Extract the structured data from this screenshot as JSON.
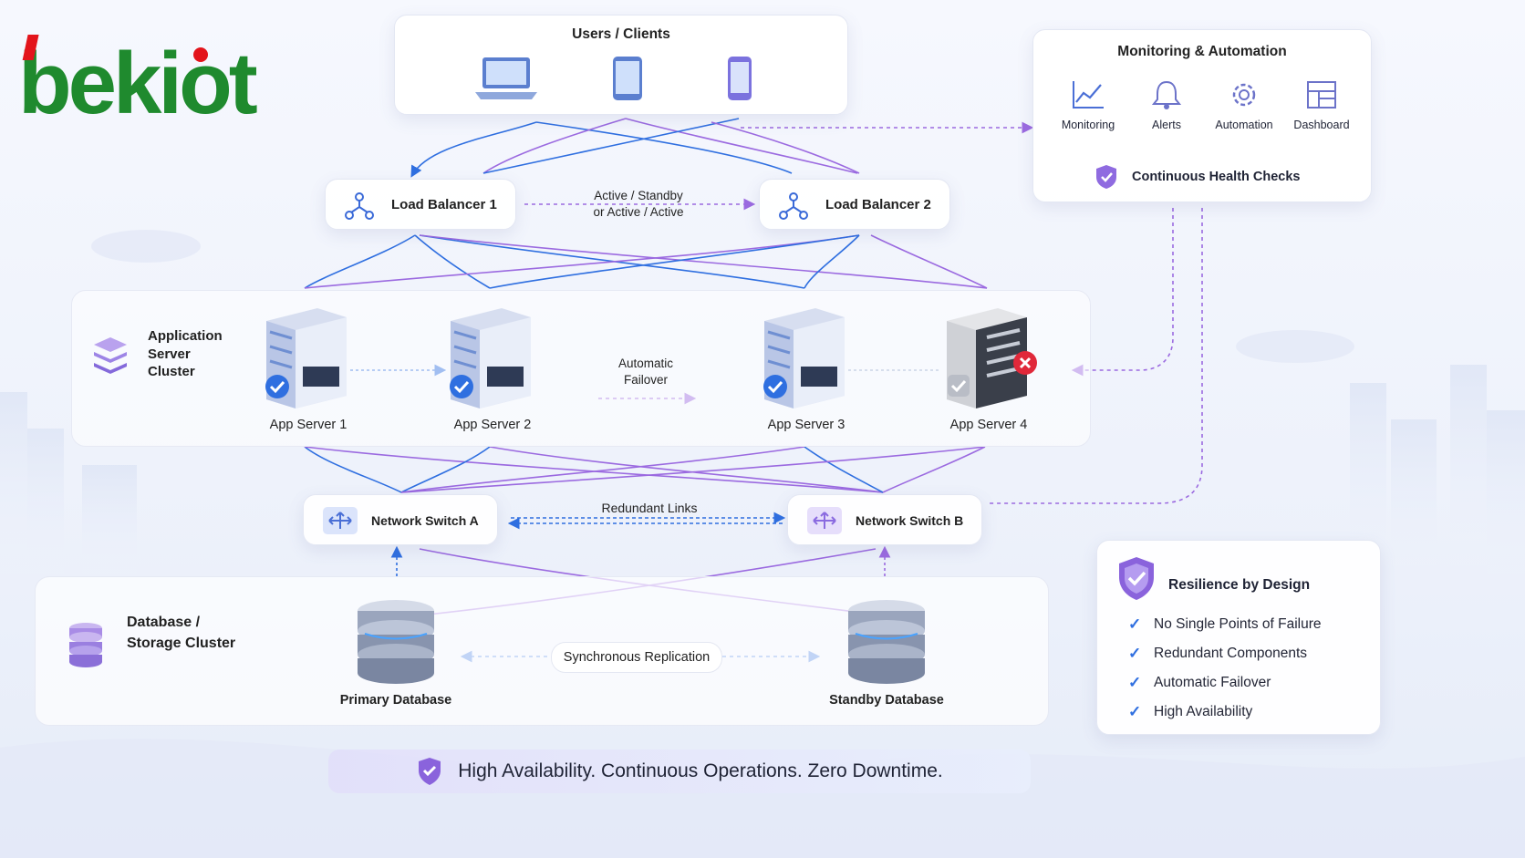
{
  "logo": {
    "text": "bekiot",
    "colors": {
      "main": "#1f8a2e",
      "accent": "#e3141b"
    }
  },
  "users": {
    "title": "Users / Clients",
    "devices": [
      "laptop-icon",
      "tablet-icon",
      "phone-icon"
    ]
  },
  "monitoring": {
    "title": "Monitoring & Automation",
    "items": [
      {
        "label": "Monitoring",
        "icon": "chart-icon"
      },
      {
        "label": "Alerts",
        "icon": "bell-icon"
      },
      {
        "label": "Automation",
        "icon": "gear-icon"
      },
      {
        "label": "Dashboard",
        "icon": "dashboard-icon"
      }
    ],
    "health": "Continuous Health Checks"
  },
  "load_balancers": {
    "lb1": "Load Balancer 1",
    "lb2": "Load Balancer 2",
    "mode_line1": "Active / Standby",
    "mode_line2": "or Active / Active"
  },
  "app_cluster": {
    "title_line1": "Application",
    "title_line2": "Server",
    "title_line3": "Cluster",
    "servers": [
      {
        "label": "App Server 1",
        "status": "healthy"
      },
      {
        "label": "App Server 2",
        "status": "healthy"
      },
      {
        "label": "App Server 3",
        "status": "healthy"
      },
      {
        "label": "App Server 4",
        "status": "failed"
      }
    ],
    "failover_line1": "Automatic",
    "failover_line2": "Failover"
  },
  "switches": {
    "a": "Network Switch A",
    "b": "Network Switch B",
    "link": "Redundant Links"
  },
  "database": {
    "title_line1": "Database /",
    "title_line2": "Storage Cluster",
    "primary": "Primary Database",
    "standby": "Standby Database",
    "replication": "Synchronous Replication"
  },
  "resilience": {
    "title": "Resilience by Design",
    "items": [
      "No Single Points of Failure",
      "Redundant Components",
      "Automatic Failover",
      "High Availability"
    ]
  },
  "footer": {
    "tagline": "High Availability. Continuous Operations. Zero Downtime."
  },
  "colors": {
    "blue": "#2f6fe0",
    "purple": "#9b6ae0",
    "red": "#e0283a",
    "check": "#2f6fe0"
  }
}
